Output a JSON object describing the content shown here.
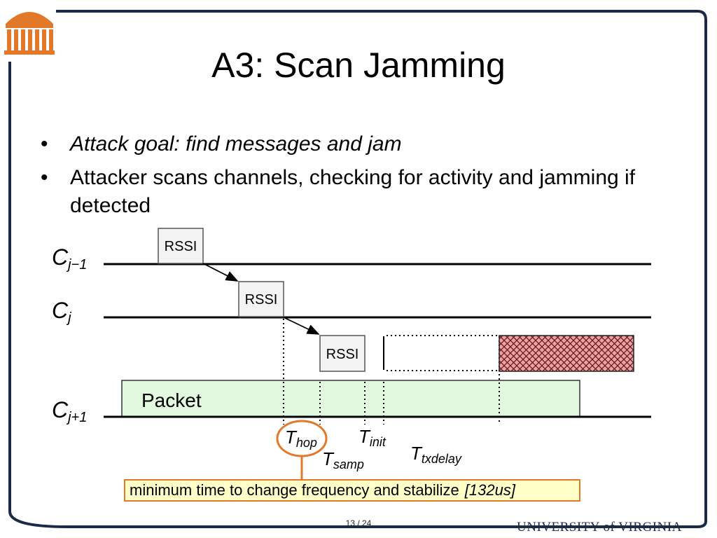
{
  "slide": {
    "title": "A3: Scan Jamming",
    "page_number": "13 / 24",
    "footer_logo_text": "UNIVERSITY of VIRGINIA"
  },
  "bullets": [
    {
      "text": "Attack goal:  find messages and jam",
      "italic": true
    },
    {
      "text": "Attacker scans channels, checking for activity and jamming if detected",
      "italic": false
    }
  ],
  "diagram": {
    "channels": [
      {
        "base": "C",
        "sub": "j−1"
      },
      {
        "base": "C",
        "sub": "j"
      },
      {
        "base": "C",
        "sub": "j+1"
      }
    ],
    "rssi_label": "RSSI",
    "packet_label": "Packet",
    "timing_labels": [
      {
        "base": "T",
        "sub": "hop"
      },
      {
        "base": "T",
        "sub": "init"
      },
      {
        "base": "T",
        "sub": "samp"
      },
      {
        "base": "T",
        "sub": "txdelay"
      }
    ],
    "callout_text": "minimum time to change frequency and stabilize",
    "callout_value": "[132us]",
    "colors": {
      "packet_fill": "#e2f9df",
      "jam_fill": "#f0a0a0",
      "highlight": "#e2782a",
      "callout_fill": "#ffffc8",
      "frame": "#1c2a48",
      "logo": "#e2782a"
    }
  }
}
